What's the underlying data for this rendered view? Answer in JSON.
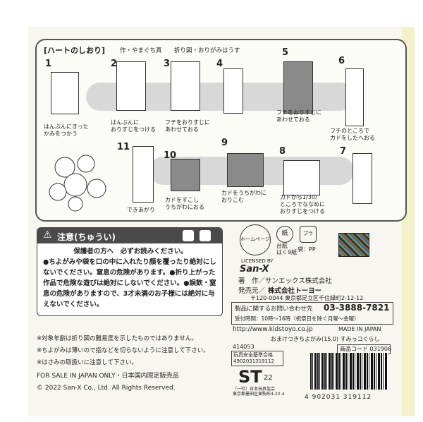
{
  "instructions": {
    "title": "[ハートのしおり]",
    "author_credit": "作・やまぐち真",
    "fold_credit": "折り図・おりがみはうす",
    "steps": [
      {
        "num": "1",
        "caption": "はんぶんにきった\nかみをつかう"
      },
      {
        "num": "2",
        "caption": "はんぶんに\nおりすじをつける"
      },
      {
        "num": "3",
        "caption": "フチをおりすじに\nあわせておる"
      },
      {
        "num": "4",
        "caption": ""
      },
      {
        "num": "5",
        "caption": "フチをおりすじに\nあわせておる"
      },
      {
        "num": "6",
        "caption": "フチのところで\nカドをしたへおる"
      },
      {
        "num": "7",
        "caption": ""
      },
      {
        "num": "8",
        "caption": "カドから1/3の\nところでななめに\nおりすじをつける"
      },
      {
        "num": "9",
        "caption": "カドをうちがわに\nおりこむ"
      },
      {
        "num": "10",
        "caption": "カドをすこし\nうちがわにおる"
      },
      {
        "num": "11",
        "caption": "できあがり"
      }
    ]
  },
  "caution": {
    "title": "注意(ちゅうい)",
    "line1": "保護者の方へ　必ずお読みください。",
    "body": "●ちよがみや袋を口の中に入れたり顔を覆ったり絶対にしないでください。窒息の危険があります。●折り上がった作品で危険な遊びは絶対にしないでください。●誤飲・窒息の危険がありますので、3才未満のお子様には絶対に与えないでください。"
  },
  "notes": [
    "※対象年齢は折り図の難易度を示したものではありません。",
    "※ちよがみは薄いので指などを切らないように注意して下さい。",
    "※はさみの取扱いに注意して下さい。"
  ],
  "legal": {
    "sale": "FOR SALE IN JAPAN ONLY・日本国内限定販売品",
    "copyright": "© 2022 San-X Co., Ltd. All Rights Reserved."
  },
  "company": {
    "homepage_badge": "ホームページ",
    "paper_badge": "紙",
    "paper_label": "台紙\nはく9紙",
    "bag_badge": "プラ",
    "bag_label": "袋：PP",
    "licensed_by": "LICENSED BY",
    "logo": "San-X",
    "author_line": "著　作／サンエックス株式会社",
    "seller_label": "発売元／",
    "seller": "株式会社トーヨー",
    "address": "〒120-0044 東京都足立区千住緑町2-12-12",
    "inquiry_label": "製品に関するお問い合わせ先",
    "phone": "03-3888-7821",
    "hours": "受付時間：10時〜16時（祝祭日を除く月曜〜金曜）",
    "url": "http://www.kidstoyo.co.jp",
    "made_in": "MADE IN JAPAN",
    "product_name": "おまけつきちよがみ(15.0) すみっコぐらし",
    "product_code": "商品コード 031906"
  },
  "codes": {
    "small_code": "414053",
    "toy_safety_label": "玩具安全基準合格",
    "jan_small": "4902031319112",
    "st_mark": "ST",
    "st_num": "22",
    "st_caption": "（一社）日本玩具協会\n東京都墨田区東駒形4-22-4",
    "barcode_digits": "4 902031 319112"
  }
}
